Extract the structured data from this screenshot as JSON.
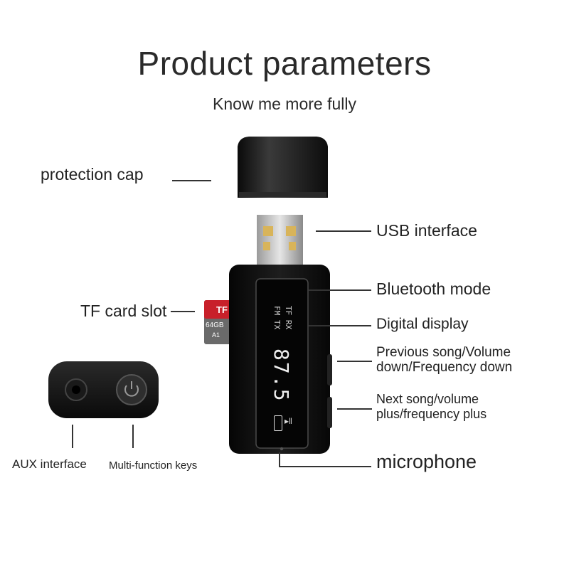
{
  "header": {
    "title": "Product parameters",
    "subtitle": "Know me more fully"
  },
  "labels": {
    "protection_cap": "protection cap",
    "usb_interface": "USB interface",
    "tf_card_slot": "TF card slot",
    "bluetooth_mode": "Bluetooth mode",
    "digital_display": "Digital display",
    "prev_song": "Previous song/Volume\ndown/Frequency down",
    "next_song": "Next song/volume\nplus/frequency plus",
    "aux_interface": "AUX interface",
    "multi_function_keys": "Multi-function keys",
    "microphone": "microphone"
  },
  "device": {
    "display_mode_tf_rx": "TF RX",
    "display_mode_fm_tx": "FM TX",
    "display_frequency": "87.5",
    "tf_card_brand": "TF",
    "tf_card_capacity": "64GB",
    "tf_card_class": "A1"
  },
  "colors": {
    "device_body": "#141414",
    "tf_card_red": "#c8202a",
    "usb_gold": "#d8b45a"
  }
}
